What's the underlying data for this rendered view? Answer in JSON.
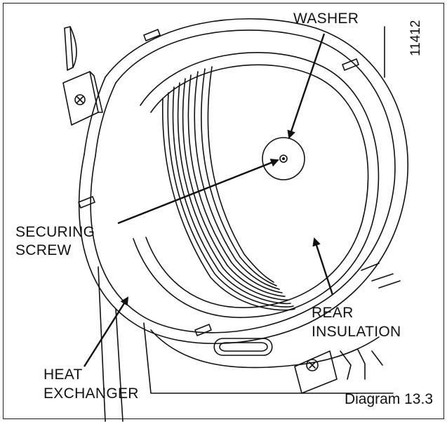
{
  "labels": {
    "washer": "WASHER",
    "securing_screw_line1": "SECURING",
    "securing_screw_line2": "SCREW",
    "rear_insulation_line1": "REAR",
    "rear_insulation_line2": "INSULATION",
    "heat_exchanger_line1": "HEAT",
    "heat_exchanger_line2": "EXCHANGER"
  },
  "caption": "Diagram 13.3",
  "reference_number": "11412",
  "colors": {
    "line": "#111111",
    "background": "#ffffff"
  }
}
